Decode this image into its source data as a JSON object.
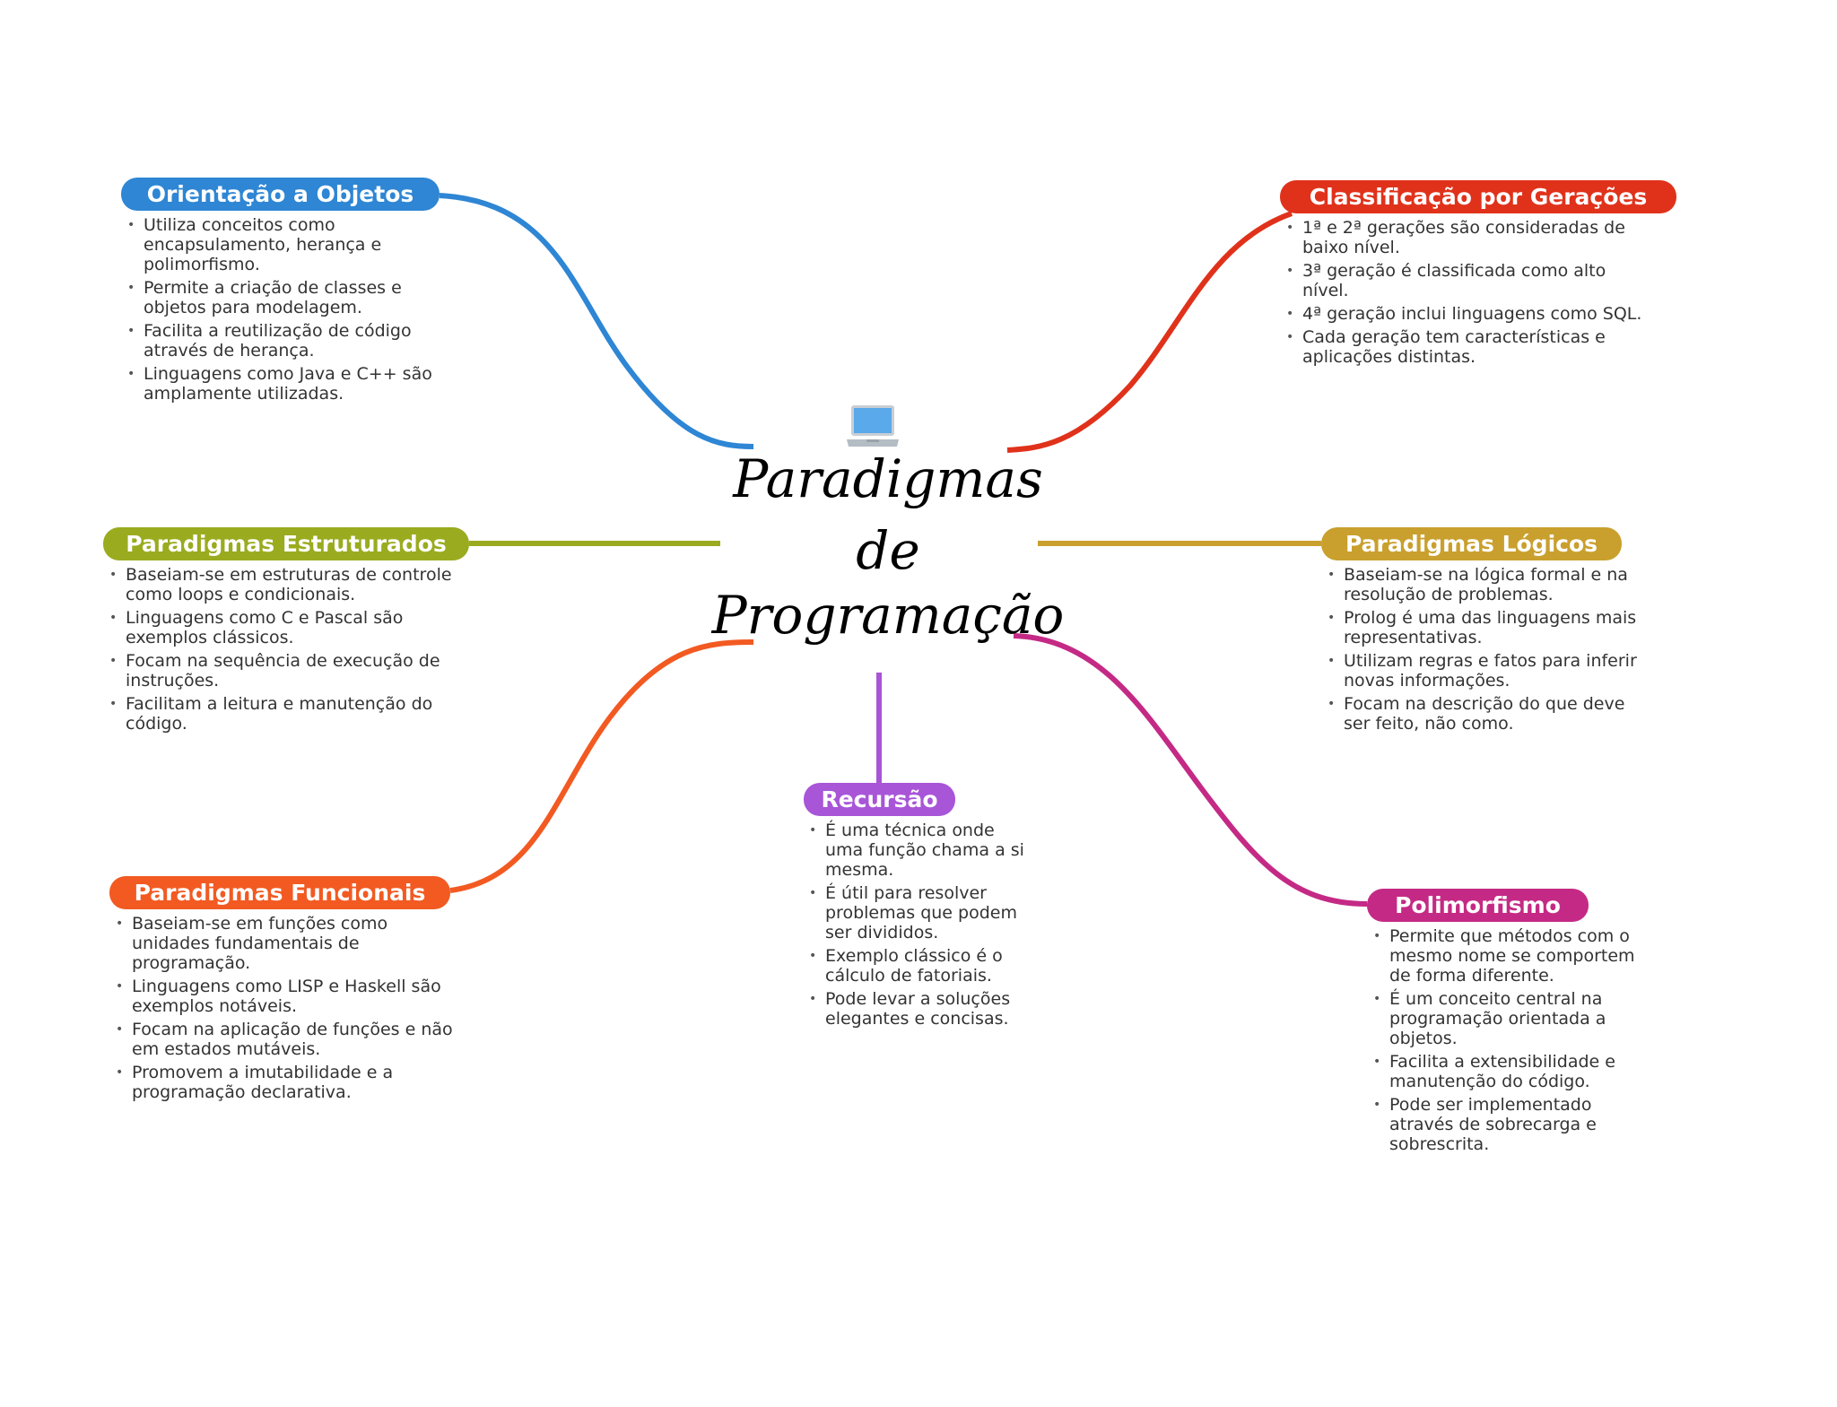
{
  "center": {
    "icon": "laptop-icon",
    "lines": [
      "Paradigmas",
      "de",
      "Programação"
    ]
  },
  "colors": {
    "oop": "#2e86d4",
    "gen": "#e0321b",
    "struct": "#9aab1f",
    "logic": "#c9a02e",
    "func": "#f25a22",
    "rec": "#a855d8",
    "poly": "#c42a85"
  },
  "branches": {
    "oop": {
      "title": "Orientação a Objetos",
      "items": [
        "Utiliza conceitos como encapsulamento, herança e polimorfismo.",
        "Permite a criação de classes e objetos para modelagem.",
        "Facilita a reutilização de código através de herança.",
        "Linguagens como Java e C++ são amplamente utilizadas."
      ]
    },
    "gen": {
      "title": "Classificação por Gerações",
      "items": [
        "1ª e 2ª gerações são consideradas de baixo nível.",
        "3ª geração é classificada como alto nível.",
        "4ª geração inclui linguagens como SQL.",
        "Cada geração tem características e aplicações distintas."
      ]
    },
    "struct": {
      "title": "Paradigmas Estruturados",
      "items": [
        "Baseiam-se em estruturas de controle como loops e condicionais.",
        "Linguagens como C e Pascal são exemplos clássicos.",
        "Focam na sequência de execução de instruções.",
        "Facilitam a leitura e manutenção do código."
      ]
    },
    "logic": {
      "title": "Paradigmas Lógicos",
      "items": [
        "Baseiam-se na lógica formal e na resolução de problemas.",
        "Prolog é uma das linguagens mais representativas.",
        "Utilizam regras e fatos para inferir novas informações.",
        "Focam na descrição do que deve ser feito, não como."
      ]
    },
    "func": {
      "title": "Paradigmas Funcionais",
      "items": [
        "Baseiam-se em funções como unidades fundamentais de programação.",
        "Linguagens como LISP e Haskell são exemplos notáveis.",
        "Focam na aplicação de funções e não em estados mutáveis.",
        "Promovem a imutabilidade e a programação declarativa."
      ]
    },
    "rec": {
      "title": "Recursão",
      "items": [
        "É uma técnica onde uma função chama a si mesma.",
        "É útil para resolver problemas que podem ser divididos.",
        "Exemplo clássico é o cálculo de fatoriais.",
        "Pode levar a soluções elegantes e concisas."
      ]
    },
    "poly": {
      "title": "Polimorfismo",
      "items": [
        "Permite que métodos com o mesmo nome se comportem de forma diferente.",
        "É um conceito central na programação orientada a objetos.",
        "Facilita a extensibilidade e manutenção do código.",
        "Pode ser implementado através de sobrecarga e sobrescrita."
      ]
    }
  }
}
